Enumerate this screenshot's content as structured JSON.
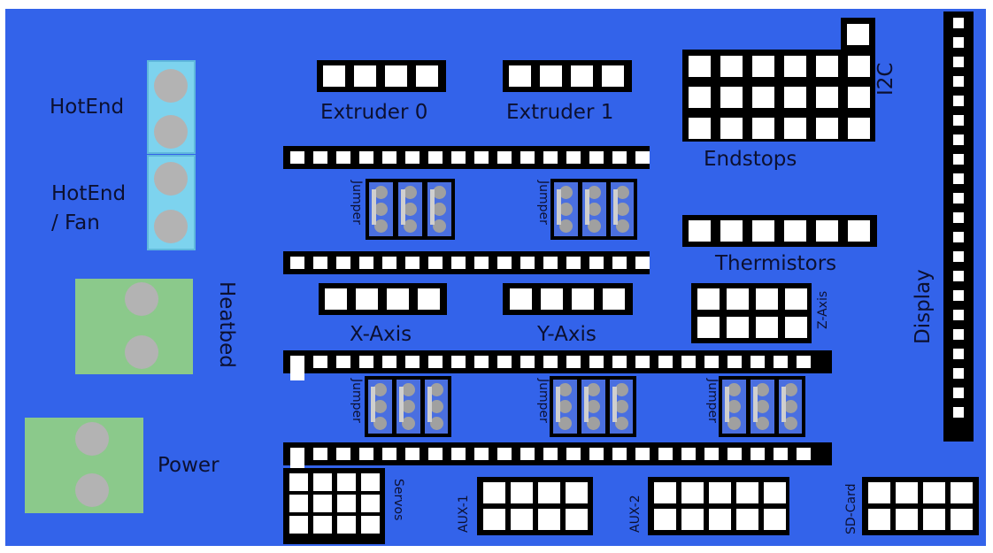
{
  "labels": {
    "hotend": "HotEnd",
    "hotend_fan_line1": "HotEnd",
    "hotend_fan_line2": "/ Fan",
    "heatbed": "Heatbed",
    "power": "Power",
    "extruder0": "Extruder 0",
    "extruder1": "Extruder 1",
    "endstops": "Endstops",
    "i2c": "I2C",
    "thermistors": "Thermistors",
    "display": "Display",
    "x_axis": "X-Axis",
    "y_axis": "Y-Axis",
    "z_axis": "Z-Axis",
    "jumper": "Jumper",
    "servos": "Servos",
    "aux1": "AUX-1",
    "aux2": "AUX-2",
    "sdcard": "SD-Card"
  },
  "colors": {
    "board": "#3363ea",
    "hotend_terminal": "#7dd3ee",
    "heatbed_terminal": "#8bc98b",
    "power_terminal": "#8bc98b",
    "screw": "#b3b3b3",
    "text": "#0c1030"
  }
}
